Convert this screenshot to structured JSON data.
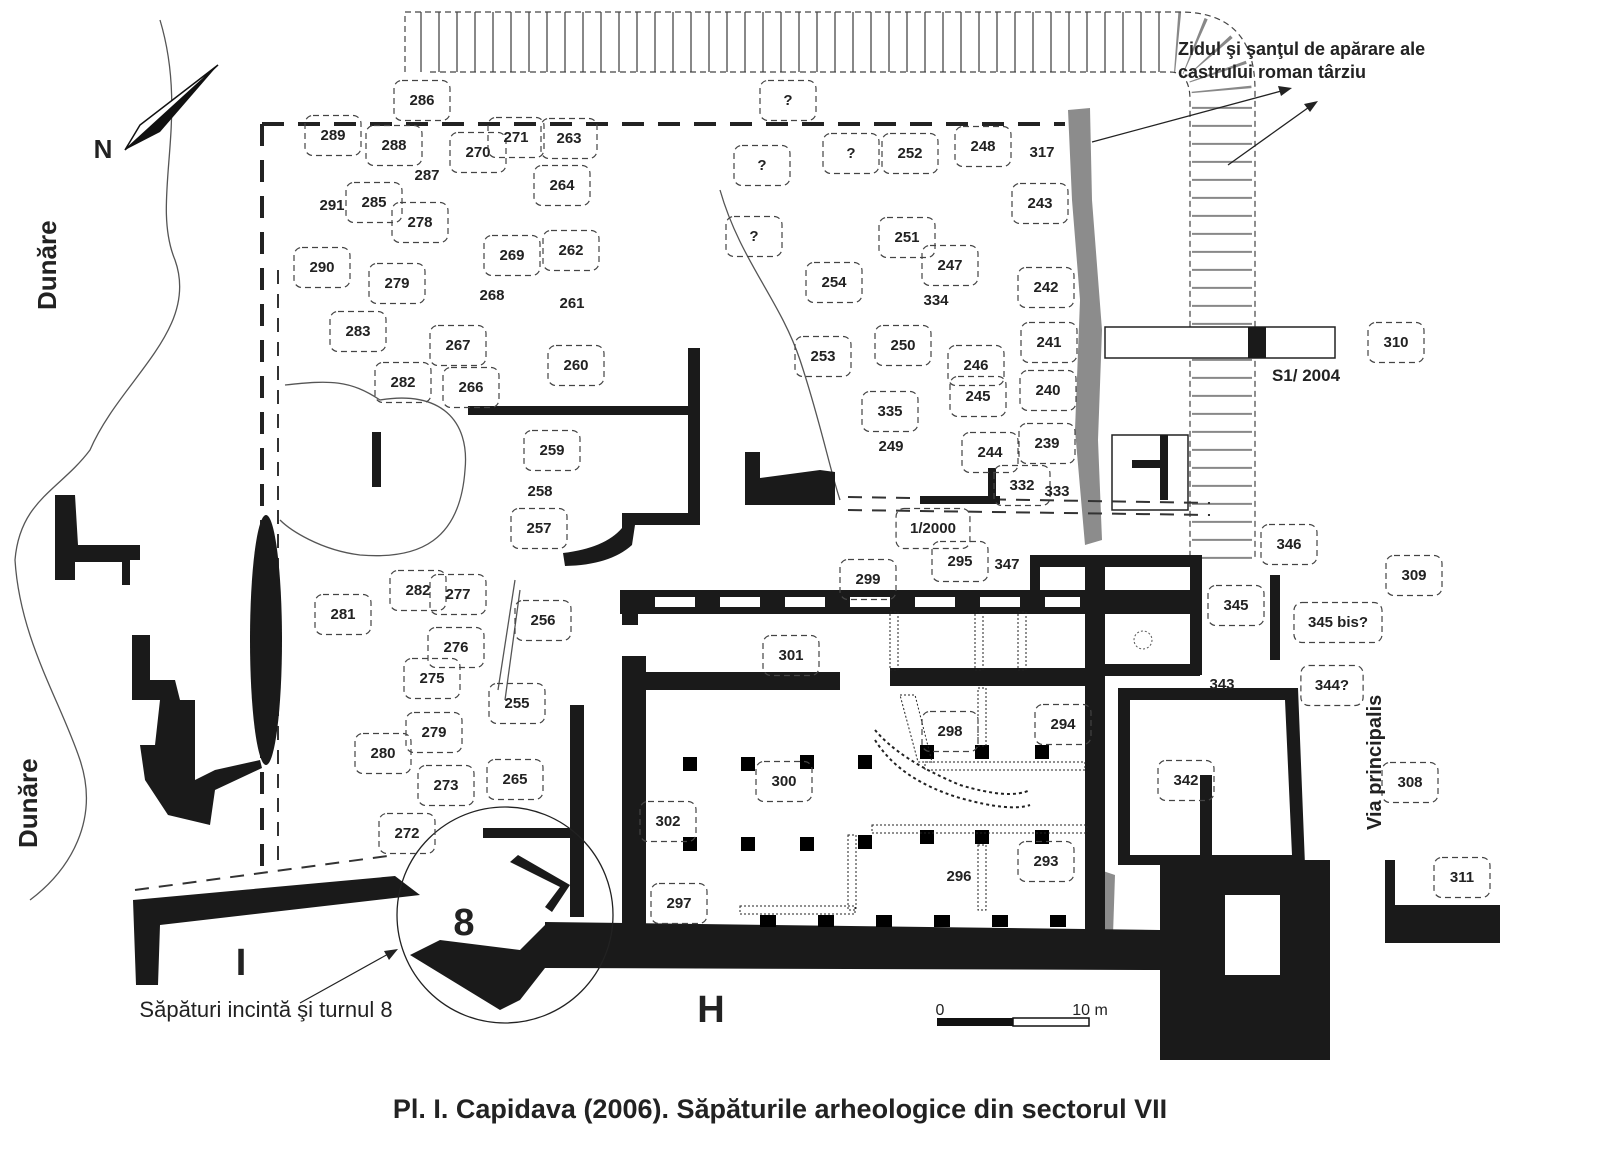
{
  "title": "Pl. I. Capidava (2006). Săpăturile arheologice din sectorul VII",
  "labels": {
    "north": "N",
    "river_1": "Dunăre",
    "river_2": "Dunăre",
    "wall_note_line1": "Zidul şi şanţul de apărare ale",
    "wall_note_line2": "castrului roman târziu",
    "trench": "S1/ 2004",
    "road": "Via principalis",
    "sector_i": "I",
    "tower_8": "8",
    "sector_h": "H",
    "excavation_note": "Săpături incintă şi turnul 8",
    "scale_zero": "0",
    "scale_ten": "10 m"
  },
  "features": [
    "286",
    "289",
    "288",
    "270",
    "271",
    "263",
    "287",
    "264",
    "291",
    "285",
    "278",
    "269",
    "262",
    "290",
    "279",
    "268",
    "261",
    "283",
    "267",
    "260",
    "282",
    "266",
    "?",
    "?",
    "?",
    "252",
    "248",
    "317",
    "243",
    "?",
    "251",
    "247",
    "254",
    "334",
    "242",
    "241",
    "250",
    "253",
    "246",
    "245",
    "240",
    "335",
    "249",
    "244",
    "239",
    "332",
    "333",
    "1/2000",
    "295",
    "347",
    "299",
    "346",
    "309",
    "345",
    "345 bis?",
    "310",
    "301",
    "343",
    "344?",
    "298",
    "294",
    "300",
    "342",
    "308",
    "302",
    "293",
    "296",
    "297",
    "311",
    "259",
    "258",
    "257",
    "281",
    "282",
    "277",
    "256",
    "276",
    "275",
    "255",
    "279",
    "280",
    "273",
    "265",
    "272"
  ],
  "colors": {
    "wall": "#1a1a1a",
    "late_wall": "#8c8c8c"
  }
}
